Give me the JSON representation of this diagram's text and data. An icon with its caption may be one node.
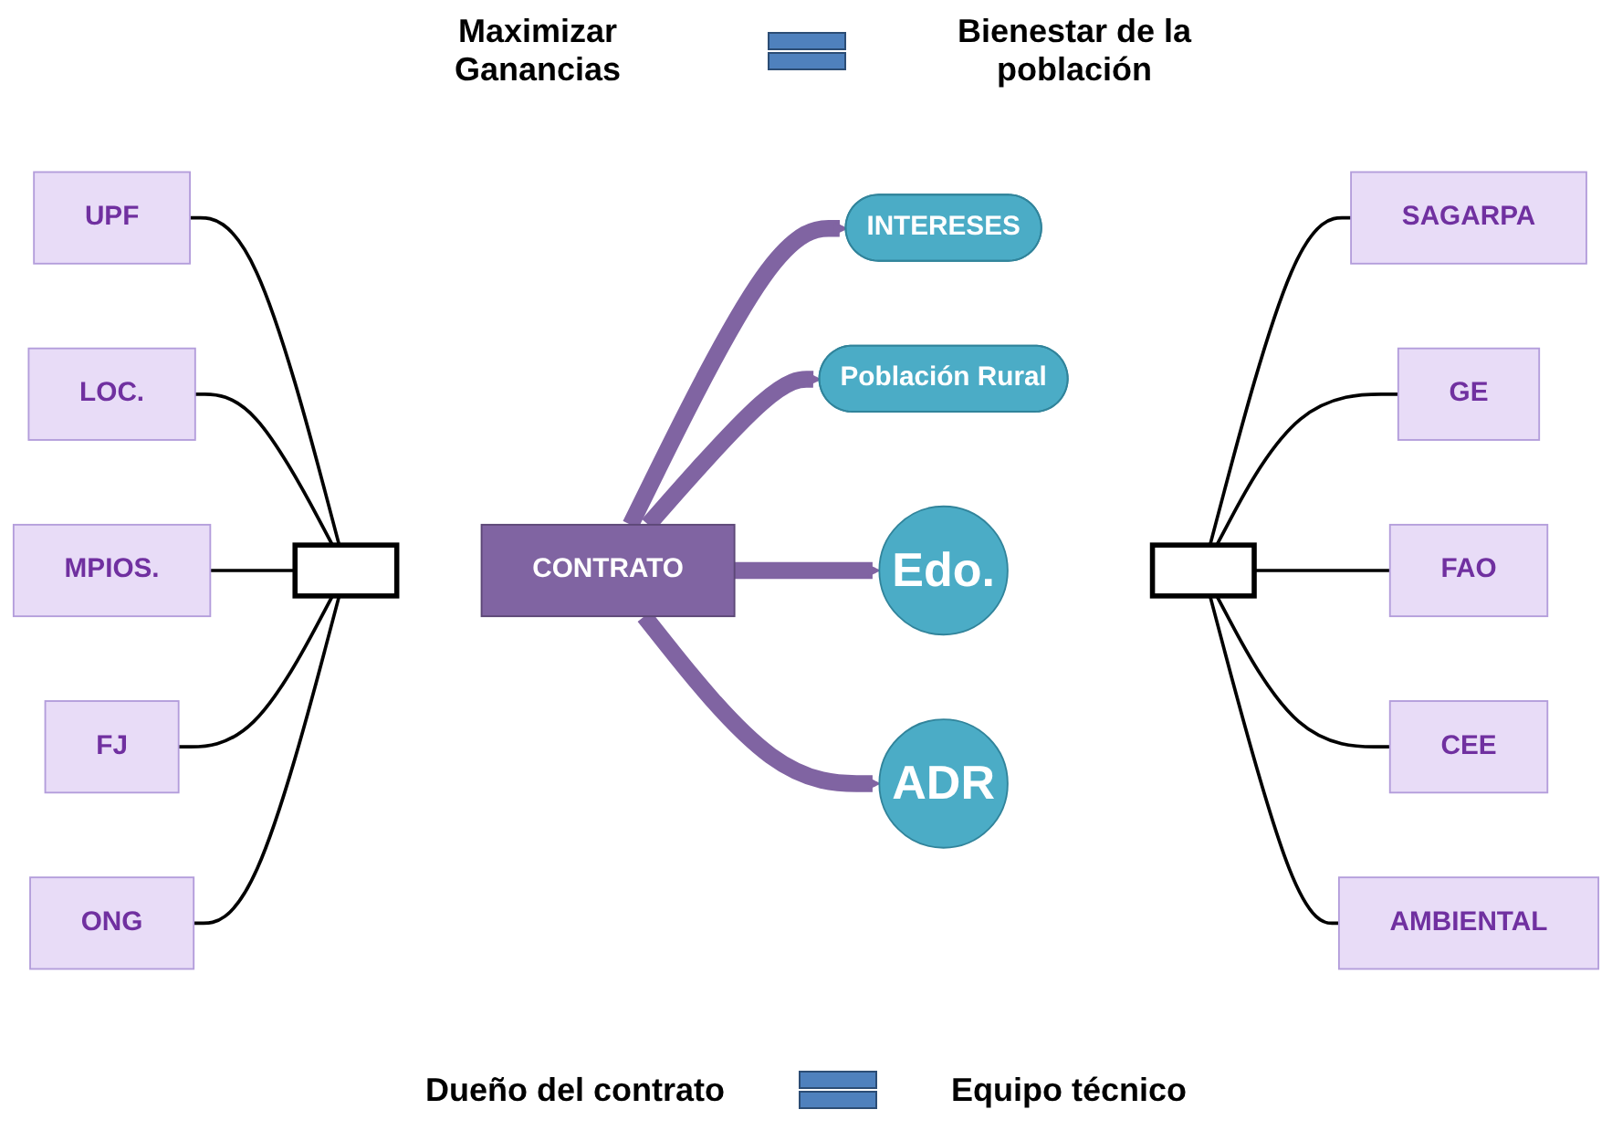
{
  "diagram": {
    "nodes": [
      {
        "text": [
          "CONTRATO"
        ]
      },
      {
        "text": [
          "INTERESES"
        ]
      },
      {
        "text": [
          "Población Rural"
        ]
      },
      {
        "text": [
          "Edo."
        ]
      },
      {
        "text": [
          "ADR"
        ]
      },
      {
        "text": [
          "UPF"
        ]
      },
      {
        "text": [
          "LOC."
        ]
      },
      {
        "text": [
          "MPIOS."
        ]
      },
      {
        "text": [
          "FJ"
        ]
      },
      {
        "text": [
          "ONG"
        ]
      },
      {
        "text": [
          "SAGARPA"
        ]
      },
      {
        "text": [
          "GE"
        ]
      },
      {
        "text": [
          "FAO"
        ]
      },
      {
        "text": [
          "CEE"
        ]
      },
      {
        "text": [
          "AMBIENTAL"
        ]
      },
      {
        "text": [],
        "shape": "bracket"
      },
      {
        "text": [],
        "shape": "bracket"
      }
    ],
    "edges": [
      {
        "from": 0,
        "to": 1,
        "arrow": "to",
        "style": "thick",
        "color": "#8064a2"
      },
      {
        "from": 0,
        "to": 2,
        "arrow": "to",
        "style": "thick",
        "color": "#8064a2"
      },
      {
        "from": 0,
        "to": 3,
        "arrow": "to",
        "style": "thick",
        "color": "#8064a2"
      },
      {
        "from": 0,
        "to": 4,
        "arrow": "to",
        "style": "thick",
        "color": "#8064a2"
      },
      {
        "from": 5,
        "to": 15,
        "arrow": "none"
      },
      {
        "from": 6,
        "to": 15,
        "arrow": "none"
      },
      {
        "from": 7,
        "to": 15,
        "arrow": "none"
      },
      {
        "from": 8,
        "to": 15,
        "arrow": "none"
      },
      {
        "from": 9,
        "to": 15,
        "arrow": "none"
      },
      {
        "from": 10,
        "to": 16,
        "arrow": "none"
      },
      {
        "from": 11,
        "to": 16,
        "arrow": "none"
      },
      {
        "from": 12,
        "to": 16,
        "arrow": "none"
      },
      {
        "from": 13,
        "to": 16,
        "arrow": "none"
      },
      {
        "from": 14,
        "to": 16,
        "arrow": "none"
      }
    ],
    "labels": [
      "Maximizar Ganancias",
      "Bienestar de la población",
      "Dueño del contrato",
      "Equipo técnico"
    ]
  }
}
